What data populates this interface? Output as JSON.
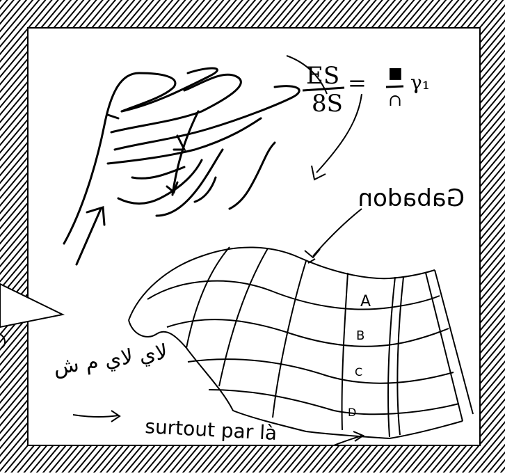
{
  "sketch": {
    "formula": {
      "numerator": "ES",
      "denominator": "8S",
      "equals": "=",
      "rhs_numerator": "■",
      "rhs_denominator": "∩",
      "trailing": "γ₁"
    },
    "mirrored_label": "Gabadon",
    "cell_labels": [
      "A",
      "B",
      "C",
      "D"
    ],
    "caption": "surtout par là",
    "scribble_note": "لاي لاي م ش"
  },
  "colors": {
    "ink": "#000000",
    "paper": "#ffffff"
  }
}
